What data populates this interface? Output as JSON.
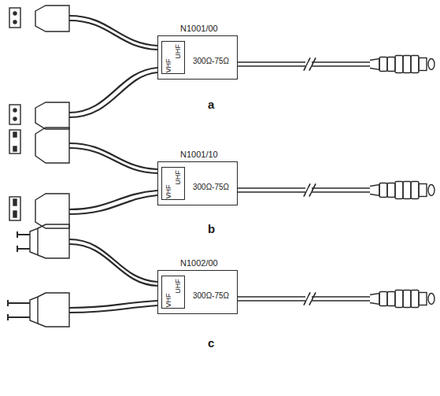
{
  "diagram": {
    "nodes": [
      {
        "text": [
          "N1001/00",
          "300Ω-75Ω"
        ]
      },
      {
        "text": [
          "VHF",
          "UHF"
        ],
        "in": 0
      },
      {
        "text": [
          "N1001/10",
          "300Ω-75Ω"
        ]
      },
      {
        "text": [
          "VHF",
          "UHF"
        ],
        "in": 2
      },
      {
        "text": [
          "N1002/00",
          "300Ω-75Ω"
        ]
      },
      {
        "text": [
          "VHF",
          "UHF"
        ],
        "in": 4
      }
    ],
    "edges": [],
    "labels": [
      "a",
      "b",
      "c"
    ]
  }
}
